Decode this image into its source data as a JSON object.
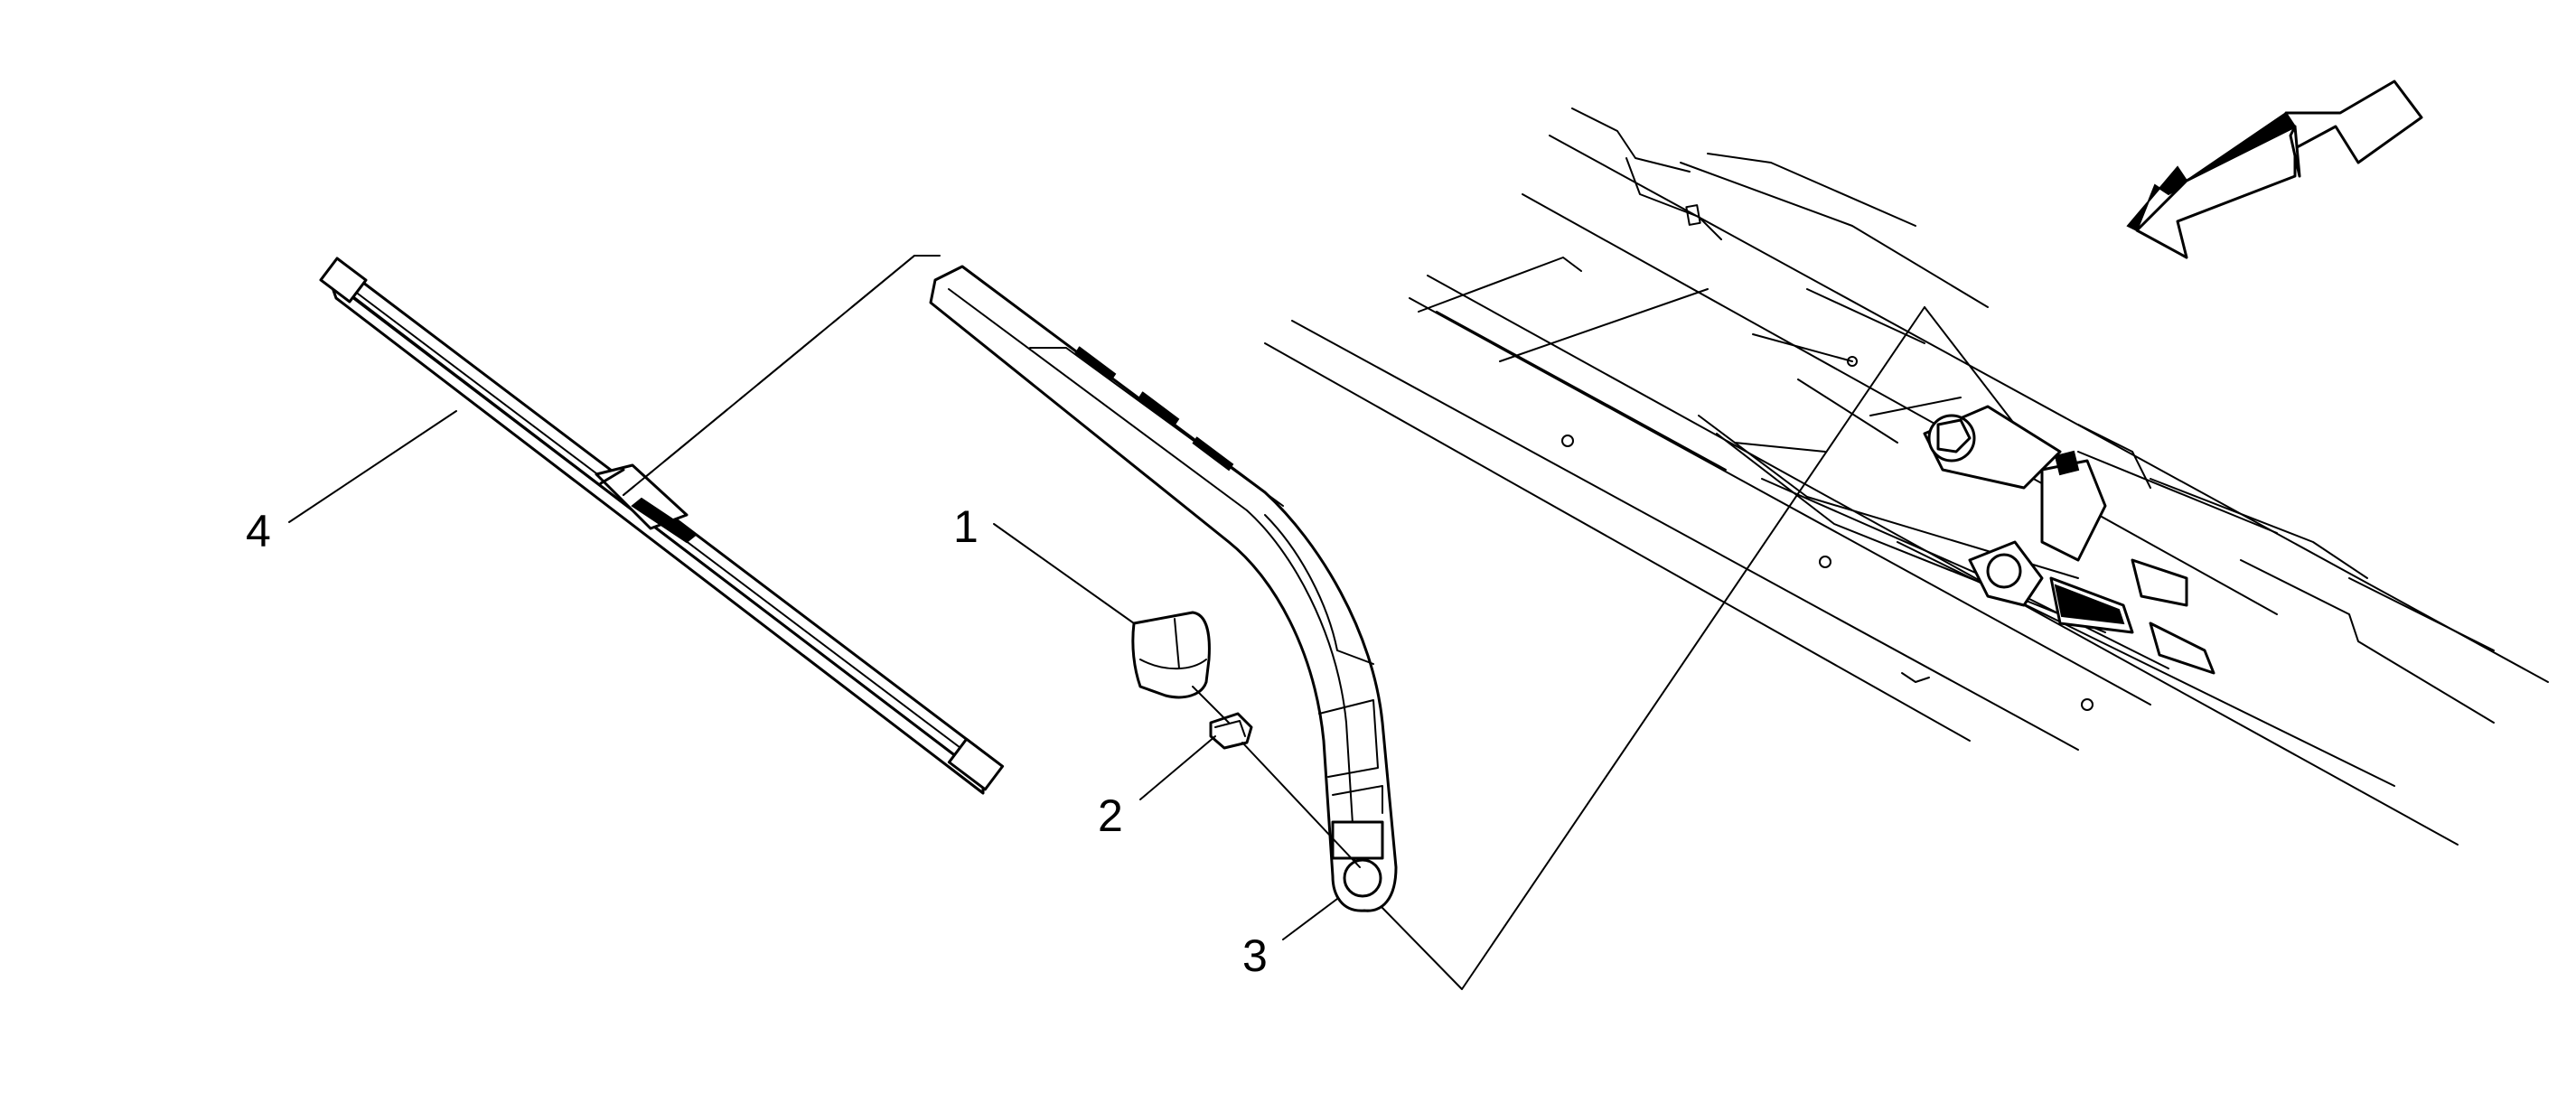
{
  "callouts": {
    "c1": "1",
    "c2": "2",
    "c3": "3",
    "c4": "4"
  },
  "colors": {
    "line": "#000000",
    "background": "#ffffff"
  },
  "icons": {
    "view-direction": "view-direction-arrow-icon"
  }
}
